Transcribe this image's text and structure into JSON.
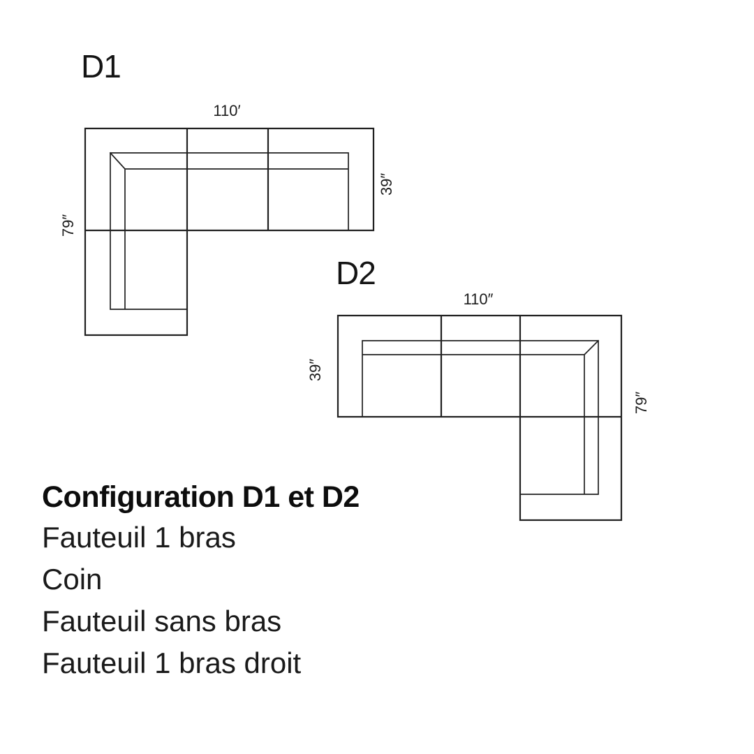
{
  "page": {
    "background": "#ffffff",
    "line_color": "#202020",
    "text_color": "#111111"
  },
  "diagrams": [
    {
      "id": "D1",
      "label": "D1",
      "width_label": "110′",
      "depth_label": "39″",
      "length_label": "79″",
      "orientation": "chaise-left"
    },
    {
      "id": "D2",
      "label": "D2",
      "width_label": "110″",
      "depth_label": "39″",
      "length_label": "79″",
      "orientation": "chaise-right"
    }
  ],
  "caption": {
    "title": "Configuration D1 et D2",
    "items": [
      "Fauteuil 1 bras",
      "Coin",
      "Fauteuil sans bras",
      "Fauteuil 1 bras droit"
    ]
  }
}
